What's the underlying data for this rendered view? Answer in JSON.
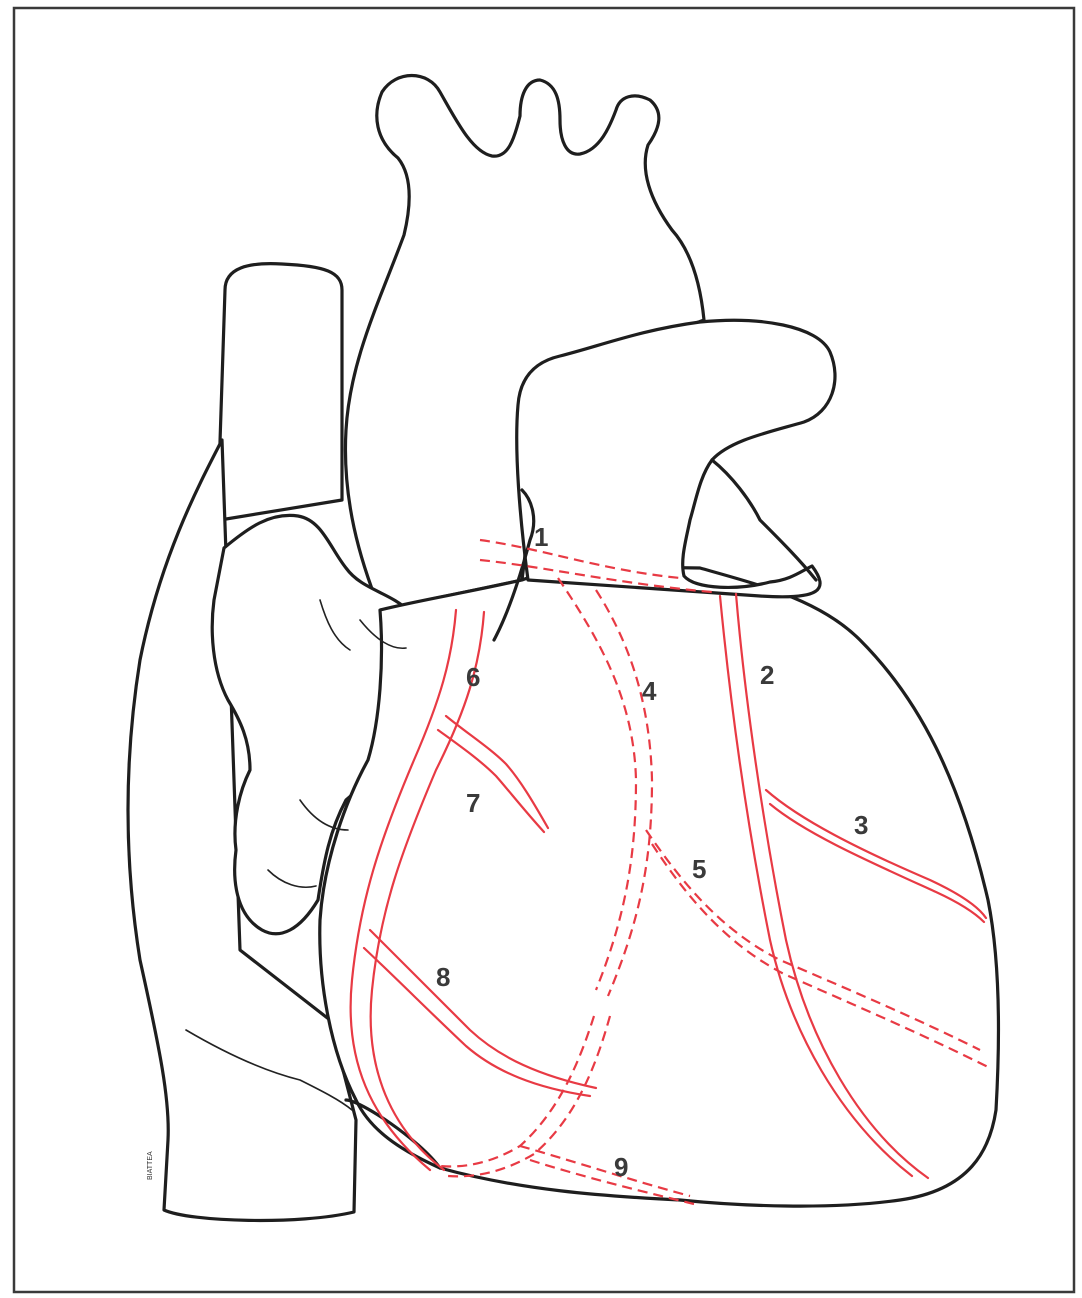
{
  "figure": {
    "signature": "BIATTEA",
    "colors": {
      "outline": "#1e1e1e",
      "vessel": "#e83a44",
      "frame": "#3a3a3a",
      "background": "#ffffff"
    },
    "labels": [
      {
        "id": "1",
        "text": "1"
      },
      {
        "id": "2",
        "text": "2"
      },
      {
        "id": "3",
        "text": "3"
      },
      {
        "id": "4",
        "text": "4"
      },
      {
        "id": "5",
        "text": "5"
      },
      {
        "id": "6",
        "text": "6"
      },
      {
        "id": "7",
        "text": "7"
      },
      {
        "id": "8",
        "text": "8"
      },
      {
        "id": "9",
        "text": "9"
      }
    ]
  }
}
